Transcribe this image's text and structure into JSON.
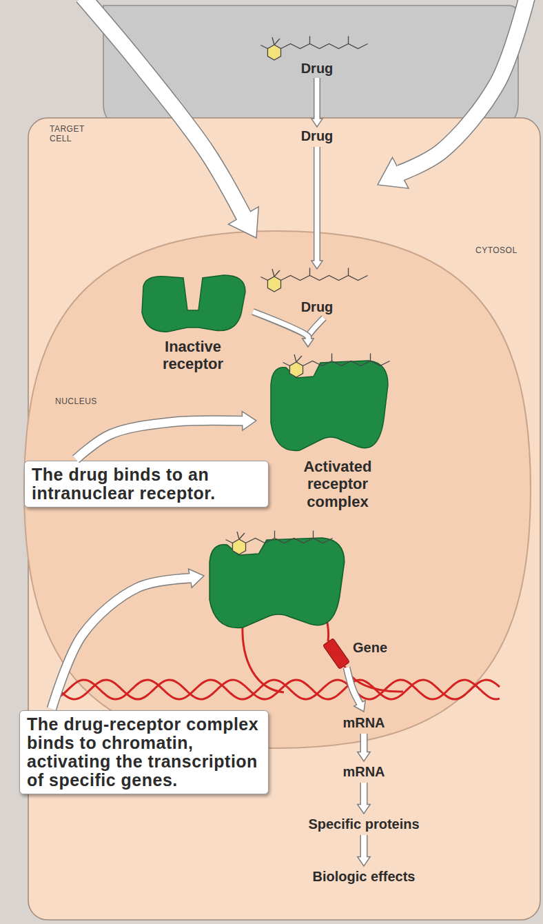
{
  "diagram": {
    "nodes": [
      {
        "text": [
          "TARGET CELL",
          "CYTOSOL"
        ]
      },
      {
        "text": [
          "NUCLEUS"
        ],
        "in": 0
      },
      {
        "text": [
          "Drug"
        ]
      },
      {
        "text": [
          "Drug"
        ],
        "in": 0
      },
      {
        "text": [
          "Drug"
        ],
        "in": 1
      },
      {
        "text": [
          "Inactive receptor"
        ],
        "in": 1
      },
      {
        "text": [
          "Activated receptor complex"
        ],
        "in": 1
      },
      {
        "text": [
          "The drug binds to an intranuclear receptor."
        ]
      },
      {
        "text": [
          "The drug-receptor complex binds to chromatin, activating the transcription of specific genes."
        ]
      }
    ],
    "edges": [
      {
        "from": 2,
        "to": 3,
        "arrow": "to"
      },
      {
        "from": 3,
        "to": 4,
        "arrow": "to"
      },
      {
        "from": 4,
        "to": 6,
        "arrow": "to"
      },
      {
        "from": 5,
        "to": 6,
        "arrow": "to"
      }
    ],
    "labels": [
      "Gene",
      "mRNA",
      "mRNA",
      "Specific proteins",
      "Biologic effects"
    ]
  }
}
